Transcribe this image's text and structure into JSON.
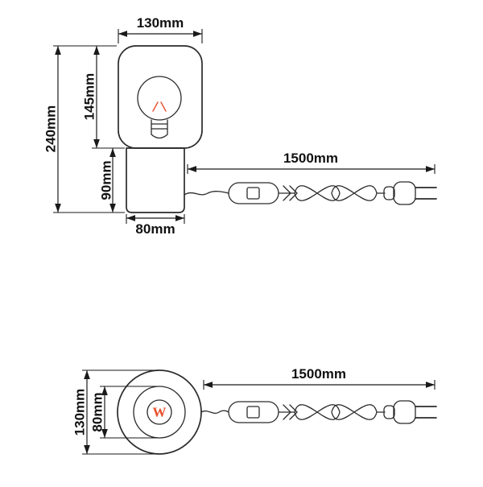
{
  "diagram": {
    "title": "table-lamp-dimension-drawing",
    "colors": {
      "line": "#2b2b2b",
      "dimension": "#1a1a1a",
      "accent": "#e8502a",
      "background": "#ffffff"
    },
    "side_view": {
      "shade_width": "130mm",
      "total_height": "240mm",
      "shade_height": "145mm",
      "base_height": "90mm",
      "base_width": "80mm",
      "cable_length": "1500mm"
    },
    "top_view": {
      "shade_diameter": "130mm",
      "base_diameter": "80mm",
      "cable_length": "1500mm",
      "wattage_mark": "W"
    }
  }
}
